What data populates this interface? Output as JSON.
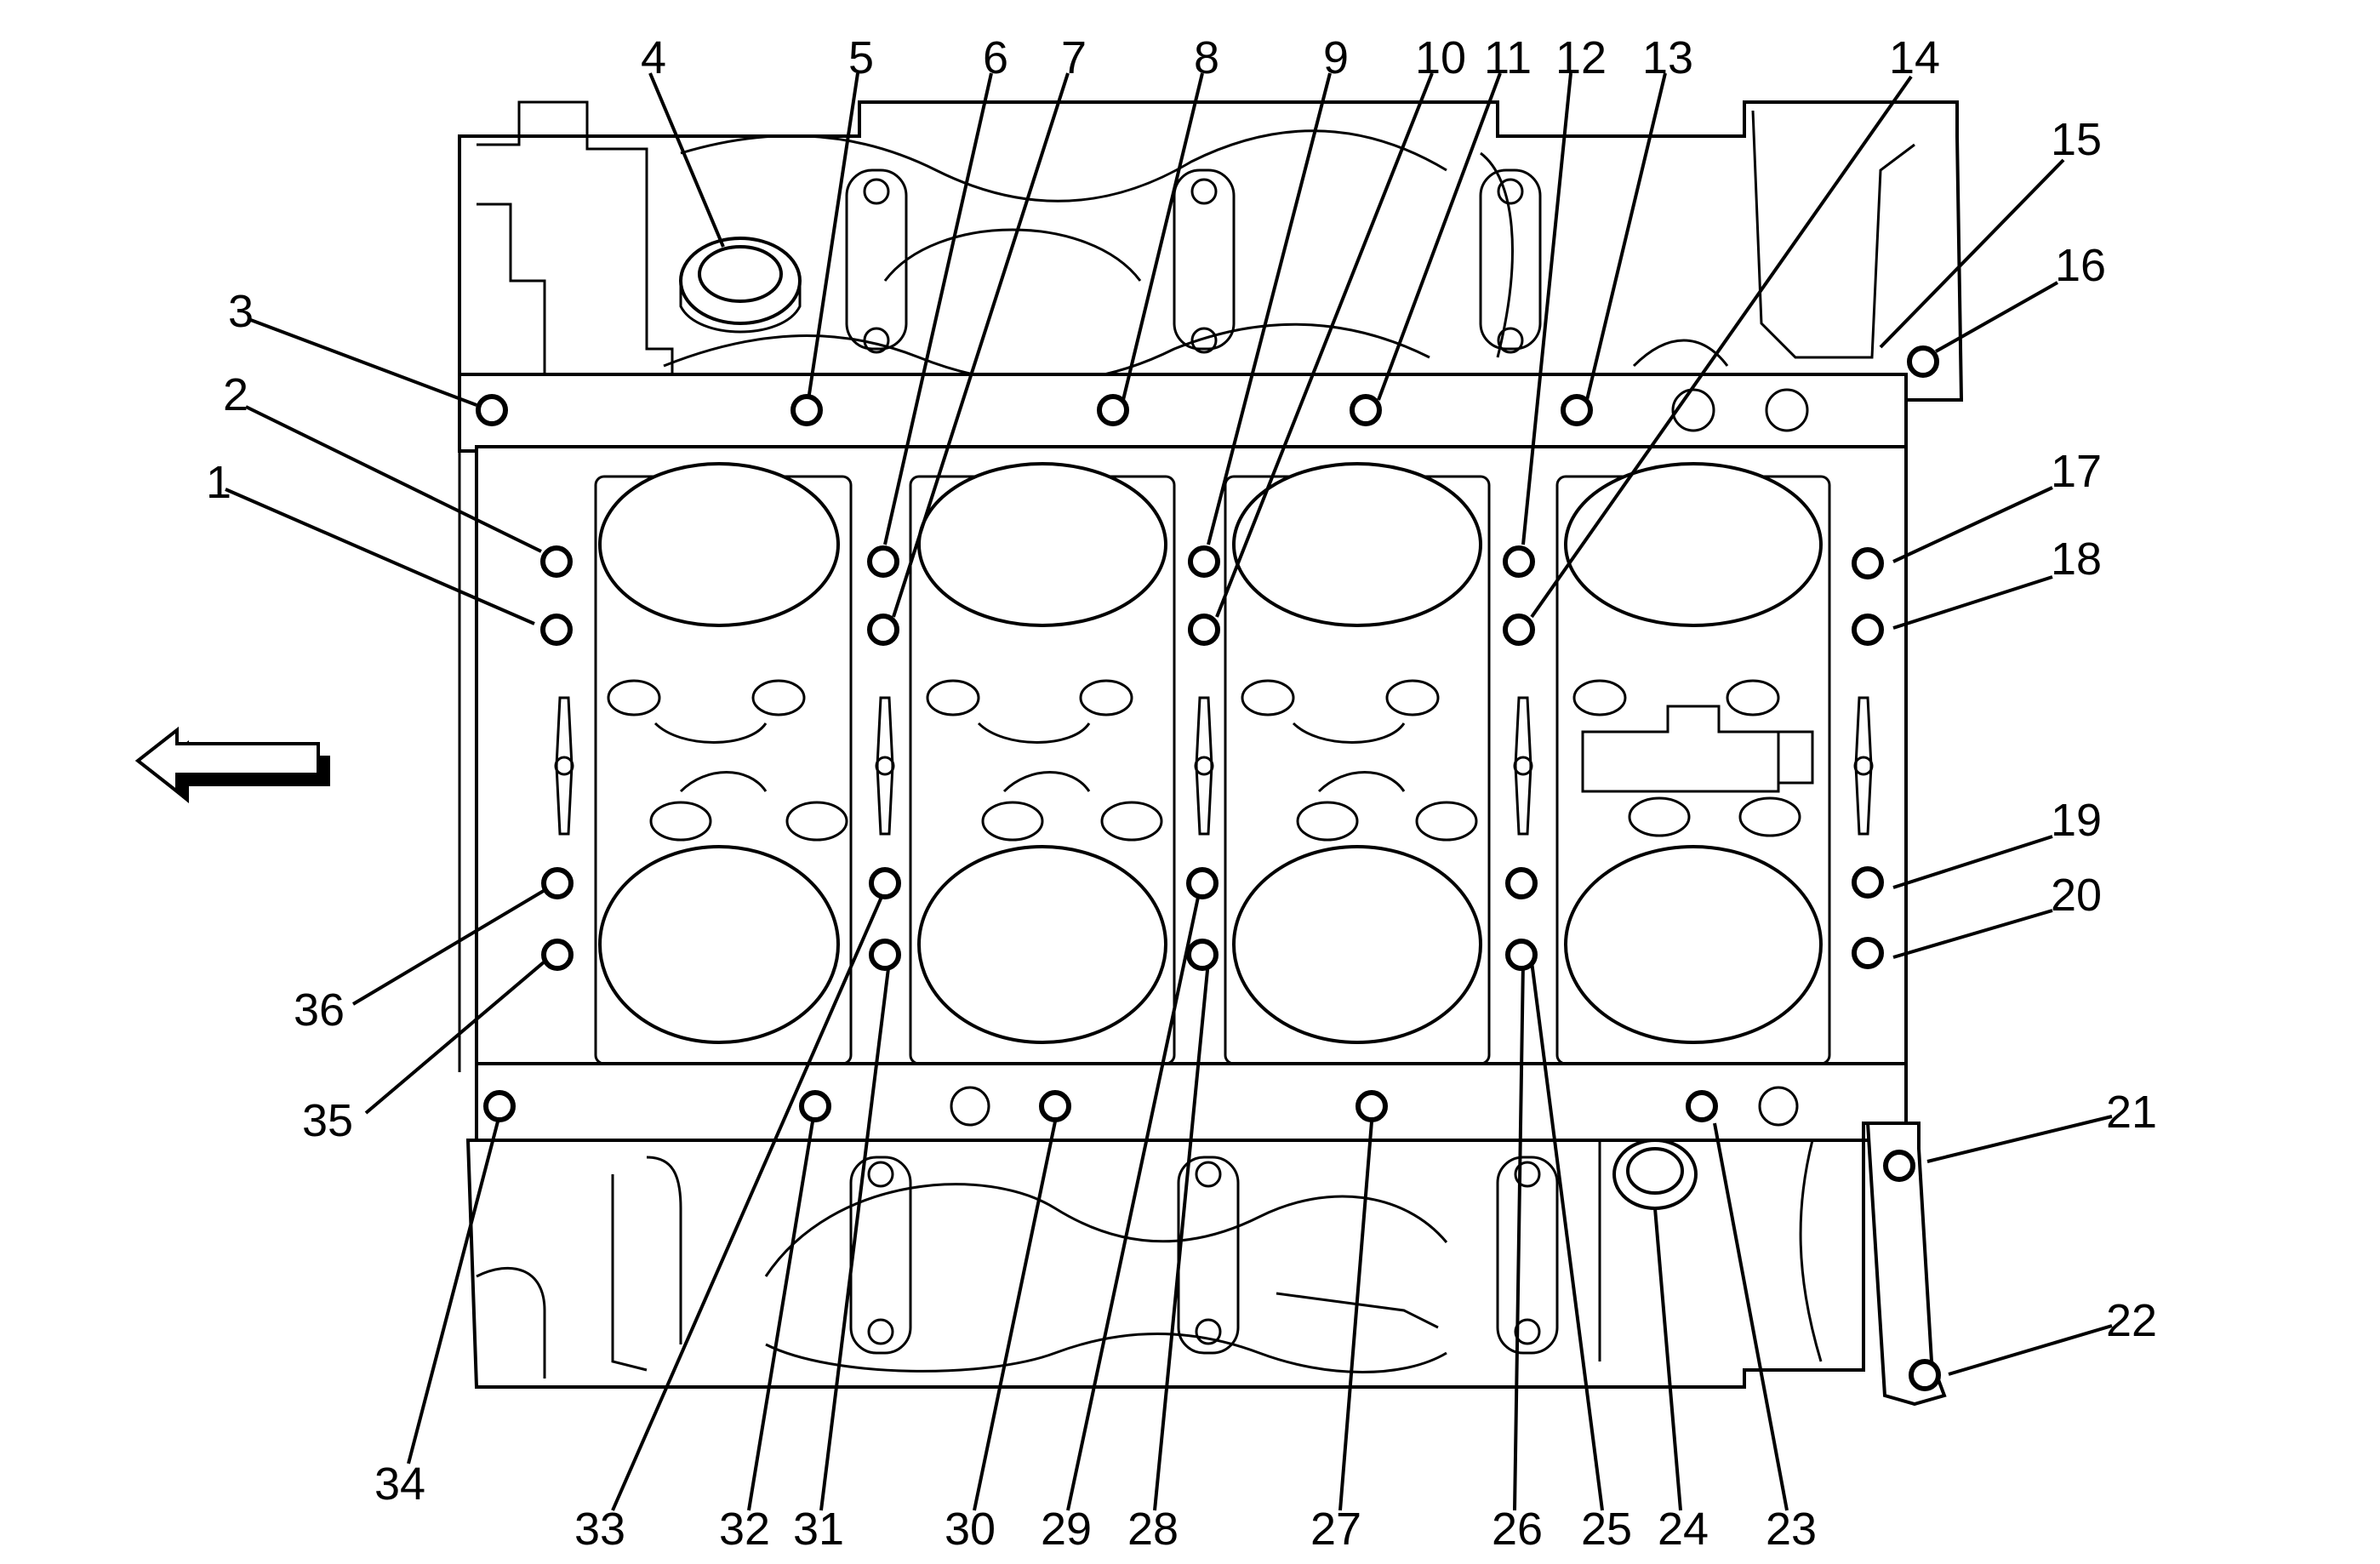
{
  "diagram": {
    "callouts": [
      {
        "n": "1"
      },
      {
        "n": "2"
      },
      {
        "n": "3"
      },
      {
        "n": "4"
      },
      {
        "n": "5"
      },
      {
        "n": "6"
      },
      {
        "n": "7"
      },
      {
        "n": "8"
      },
      {
        "n": "9"
      },
      {
        "n": "10"
      },
      {
        "n": "11"
      },
      {
        "n": "12"
      },
      {
        "n": "13"
      },
      {
        "n": "14"
      },
      {
        "n": "15"
      },
      {
        "n": "16"
      },
      {
        "n": "17"
      },
      {
        "n": "18"
      },
      {
        "n": "19"
      },
      {
        "n": "20"
      },
      {
        "n": "21"
      },
      {
        "n": "22"
      },
      {
        "n": "23"
      },
      {
        "n": "24"
      },
      {
        "n": "25"
      },
      {
        "n": "26"
      },
      {
        "n": "27"
      },
      {
        "n": "28"
      },
      {
        "n": "29"
      },
      {
        "n": "30"
      },
      {
        "n": "31"
      },
      {
        "n": "32"
      },
      {
        "n": "33"
      },
      {
        "n": "34"
      },
      {
        "n": "35"
      },
      {
        "n": "36"
      }
    ],
    "direction_arrow": "left-arrow-icon"
  }
}
